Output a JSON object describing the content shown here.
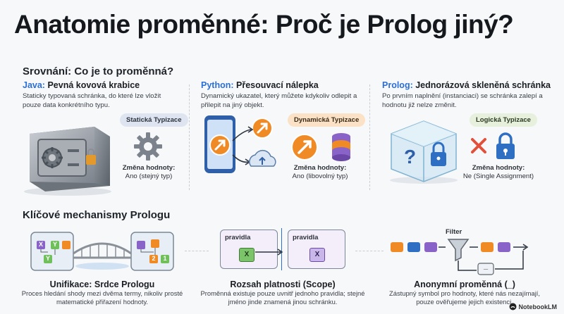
{
  "title": "Anatomie proměnné: Proč je Prolog jiný?",
  "comparison": {
    "heading": "Srovnání: Co je to proměnná?",
    "java": {
      "lang": "Java:",
      "title": "Pevná kovová krabice",
      "desc": "Staticky typovaná schránka, do které lze vložit pouze data konkrétního typu.",
      "badge": "Statická Typizace",
      "change_label": "Změna hodnoty:",
      "change_value": "Ano (stejný typ)"
    },
    "python": {
      "lang": "Python:",
      "title": "Přesouvací nálepka",
      "desc": "Dynamický ukazatel, který můžete kdykoliv odlepit a přilepit na jiný objekt.",
      "badge": "Dynamická Typizace",
      "change_label": "Změna hodnoty:",
      "change_value": "Ano (libovolný typ)"
    },
    "prolog": {
      "lang": "Prolog:",
      "title": "Jednorázová skleněná schránka",
      "desc": "Po prvním naplnění (instanciaci) se schránka zalepí a hodnotu již nelze změnit.",
      "badge": "Logická Typizace",
      "change_label": "Změna hodnoty:",
      "change_value": "Ne (Single Assignment)"
    }
  },
  "mechanisms": {
    "heading": "Klíčové mechanismy Prologu",
    "unification": {
      "title": "Unifikace: Srdce Prologu",
      "desc": "Proces hledání shody mezi dvěma termy, nikoliv prosté matematické přiřazení hodnoty.",
      "labels": [
        "X",
        "Y",
        "Y",
        "2",
        "1"
      ]
    },
    "scope": {
      "title": "Rozsah platnosti (Scope)",
      "desc": "Proměnná existuje pouze uvnitř jednoho pravidla; stejné jméno jinde znamená jinou schránku.",
      "rule_label": "pravidla",
      "var": "X"
    },
    "anonymous": {
      "title": "Anonymní proměnná (_)",
      "desc": "Zástupný symbol pro hodnoty, které nás nezajímají, pouze ověřujeme jejich existenci.",
      "filter_label": "Filter",
      "underscore": "_"
    }
  },
  "brand": "NotebookLM",
  "colors": {
    "accent_blue": "#2b6fd6",
    "orange": "#f08a24",
    "green": "#6fbf5a",
    "purple": "#8a63c9"
  }
}
